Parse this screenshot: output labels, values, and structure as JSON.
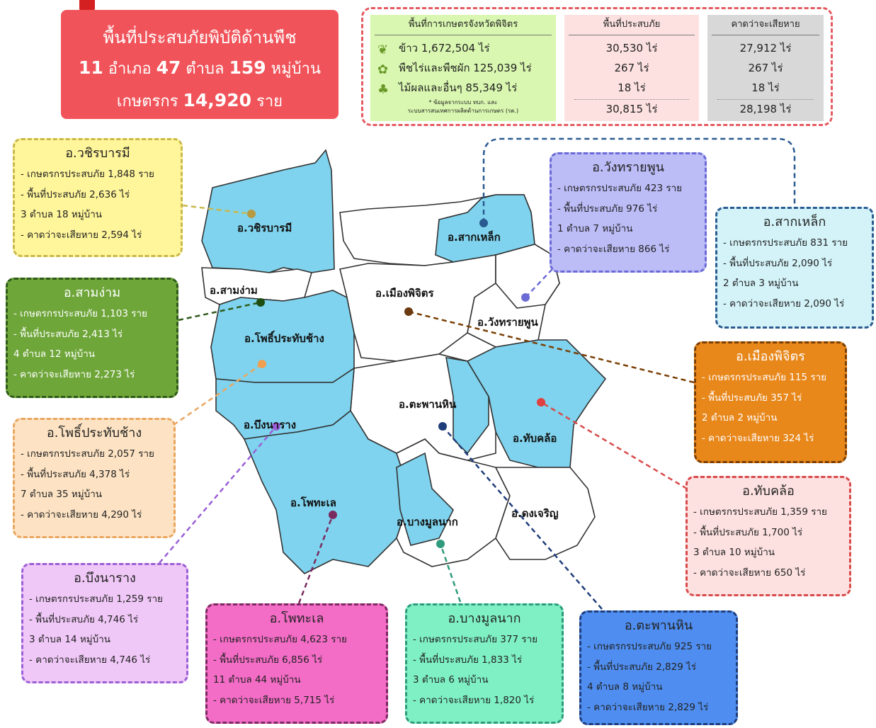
{
  "summary": {
    "title": "พื้นที่ประสบภัยพิบัติด้านพืช",
    "amphoe_num": "11",
    "amphoe_label": "อำเภอ",
    "tambon_num": "47",
    "tambon_label": "ตำบล",
    "village_num": "159",
    "village_label": "หมู่บ้าน",
    "farmers_label": "เกษตรกร",
    "farmers_num": "14,920",
    "farmers_unit": "ราย"
  },
  "stats": {
    "col1_header": "พื้นที่การเกษตรจังหวัดพิจิตร",
    "col2_header": "พื้นที่ประสบภัย",
    "col3_header": "คาดว่าจะเสียหาย",
    "rows": [
      {
        "crop": "ข้าว 1,672,504 ไร่",
        "affected": "30,530 ไร่",
        "damage": "27,912 ไร่"
      },
      {
        "crop": "พืชไร่และพืชผัก 125,039 ไร่",
        "affected": "267 ไร่",
        "damage": "267 ไร่"
      },
      {
        "crop": "ไม้ผลและอื่นๆ 85,349 ไร่",
        "affected": "18 ไร่",
        "damage": "18 ไร่"
      }
    ],
    "note_1": "* ข้อมูลจากระบบ ทบก. และ",
    "note_2": "ระบบสารสนเทศการผลิตด้านการเกษตร (รต.)",
    "total_affected": "30,815 ไร่",
    "total_damage": "28,198 ไร่",
    "icons": [
      "rice-icon",
      "field-crop-icon",
      "fruit-tree-icon"
    ]
  },
  "districts": {
    "wachirabarami": {
      "title": "อ.วชิรบารมี",
      "l1": "- เกษตรกรประสบภัย 1,848 ราย",
      "l2": "- พื้นที่ประสบภัย 2,636 ไร่",
      "l3": "3 ตำบล 18 หมู่บ้าน",
      "l4": "- คาดว่าจะเสียหาย 2,594 ไร่",
      "color": "#fff59a",
      "border": "#c9b84a"
    },
    "samngam": {
      "title": "อ.สามง่าม",
      "l1": "- เกษตรกรประสบภัย 1,103 ราย",
      "l2": "- พื้นที่ประสบภัย 2,413 ไร่",
      "l3": "4 ตำบล 12 หมู่บ้าน",
      "l4": "- คาดว่าจะเสียหาย 2,273 ไร่",
      "color": "#6fa63a",
      "border": "#2f5a1a"
    },
    "phoprathapchang": {
      "title": "อ.โพธิ์ประทับช้าง",
      "l1": "- เกษตรกรประสบภัย 2,057 ราย",
      "l2": "- พื้นที่ประสบภัย 4,378 ไร่",
      "l3": "7 ตำบล 35 หมู่บ้าน",
      "l4": "- คาดว่าจะเสียหาย 4,290 ไร่",
      "color": "#fde3c3",
      "border": "#e9a660"
    },
    "bueangnarang": {
      "title": "อ.บึงนาราง",
      "l1": "- เกษตรกรประสบภัย 1,259 ราย",
      "l2": "- พื้นที่ประสบภัย 4,746 ไร่",
      "l3": "3 ตำบล 14 หมู่บ้าน",
      "l4": "- คาดว่าจะเสียหาย 4,746 ไร่",
      "color": "#f0c8f7",
      "border": "#9b5fd6"
    },
    "phothale": {
      "title": "อ.โพทะเล",
      "l1": "- เกษตรกรประสบภัย 4,623 ราย",
      "l2": "- พื้นที่ประสบภัย 6,856 ไร่",
      "l3": "11 ตำบล 44 หมู่บ้าน",
      "l4": "- คาดว่าจะเสียหาย 5,715 ไร่",
      "color": "#f36cc6",
      "border": "#7a2a5f"
    },
    "bangmunnak": {
      "title": "อ.บางมูลนาก",
      "l1": "- เกษตรกรประสบภัย 377 ราย",
      "l2": "- พื้นที่ประสบภัย 1,833 ไร่",
      "l3": "3 ตำบล 6 หมู่บ้าน",
      "l4": "- คาดว่าจะเสียหาย 1,820 ไร่",
      "color": "#7ef0c4",
      "border": "#2f9a7c"
    },
    "taphanhin": {
      "title": "อ.ตะพานหิน",
      "l1": "- เกษตรกรประสบภัย 925 ราย",
      "l2": "- พื้นที่ประสบภัย 2,829 ไร่",
      "l3": "4 ตำบล 8 หมู่บ้าน",
      "l4": "- คาดว่าจะเสียหาย 2,829 ไร่",
      "color": "#4f8ef0",
      "border": "#1f3d7a"
    },
    "wangsaiphun": {
      "title": "อ.วังทรายพูน",
      "l1": "- เกษตรกรประสบภัย 423 ราย",
      "l2": "- พื้นที่ประสบภัย 976 ไร่",
      "l3": "1 ตำบล 7 หมู่บ้าน",
      "l4": "- คาดว่าจะเสียหาย 866 ไร่",
      "color": "#bcbcf7",
      "border": "#6b6bd6"
    },
    "sakhlek": {
      "title": "อ.สากเหล็ก",
      "l1": "- เกษตรกรประสบภัย 831 ราย",
      "l2": "- พื้นที่ประสบภัย 2,090 ไร่",
      "l3": "2 ตำบล 3 หมู่บ้าน",
      "l4": "- คาดว่าจะเสียหาย 2,090 ไร่",
      "color": "#d3f3f8",
      "border": "#2b5a90"
    },
    "mueang": {
      "title": "อ.เมืองพิจิตร",
      "l1": "- เกษตรกรประสบภัย 115 ราย",
      "l2": "- พื้นที่ประสบภัย 357 ไร่",
      "l3": "2 ตำบล 2 หมู่บ้าน",
      "l4": "- คาดว่าจะเสียหาย 324 ไร่",
      "color": "#e8871a",
      "border": "#7a3f05"
    },
    "thapkhlo": {
      "title": "อ.ทับคล้อ",
      "l1": "- เกษตรกรประสบภัย 1,359 ราย",
      "l2": "- พื้นที่ประสบภัย 1,700 ไร่",
      "l3": "3 ตำบล 10 หมู่บ้าน",
      "l4": "- คาดว่าจะเสียหาย 650 ไร่",
      "color": "#fde0e0",
      "border": "#d94a4a"
    }
  },
  "map_labels": {
    "wachirabarami": "อ.วชิรบารมี",
    "samngam": "อ.สามง่าม",
    "phoprathapchang": "อ.โพธิ์ประทับช้าง",
    "sakhlek": "อ.สากเหล็ก",
    "mueang": "อ.เมืองพิจิตร",
    "wangsaiphun": "อ.วังทรายพูน",
    "taphanhin": "อ.ตะพานหิน",
    "bueangnarang": "อ.บึงนาราง",
    "thapkhlo": "อ.ทับคล้อ",
    "phothale": "อ.โพทะเล",
    "bangmunnak": "อ.บางมูลนาก",
    "dongcharoen": "อ.ดงเจริญ"
  },
  "map_colors": {
    "affected": "#7fd3ee",
    "unaffected": "#ffffff",
    "border": "#333333"
  }
}
